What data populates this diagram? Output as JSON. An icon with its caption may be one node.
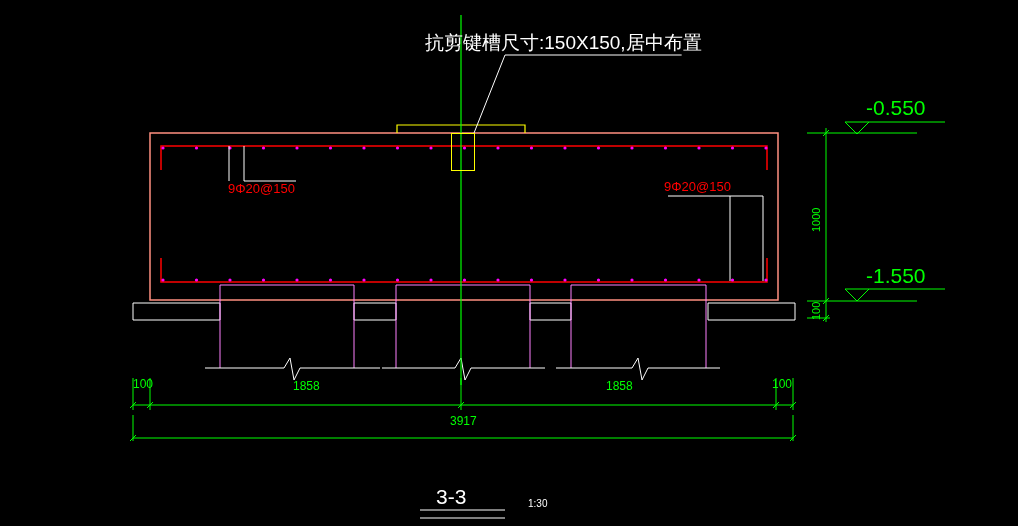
{
  "diagram": {
    "title": "3-3",
    "nodes": [
      {
        "text": [
          "抗剪键槽尺寸:150X150,居中布置"
        ]
      },
      {
        "text": [],
        "shape": "box"
      }
    ],
    "edges": [
      {
        "from": 0,
        "to": 1,
        "arrow": "none"
      }
    ],
    "labels": [
      "-0.550",
      "9Φ20@150",
      "9Φ20@150",
      "1000",
      "-1.550",
      "100",
      "100",
      "1858",
      "1858",
      "100",
      "3917",
      "1:30"
    ]
  }
}
